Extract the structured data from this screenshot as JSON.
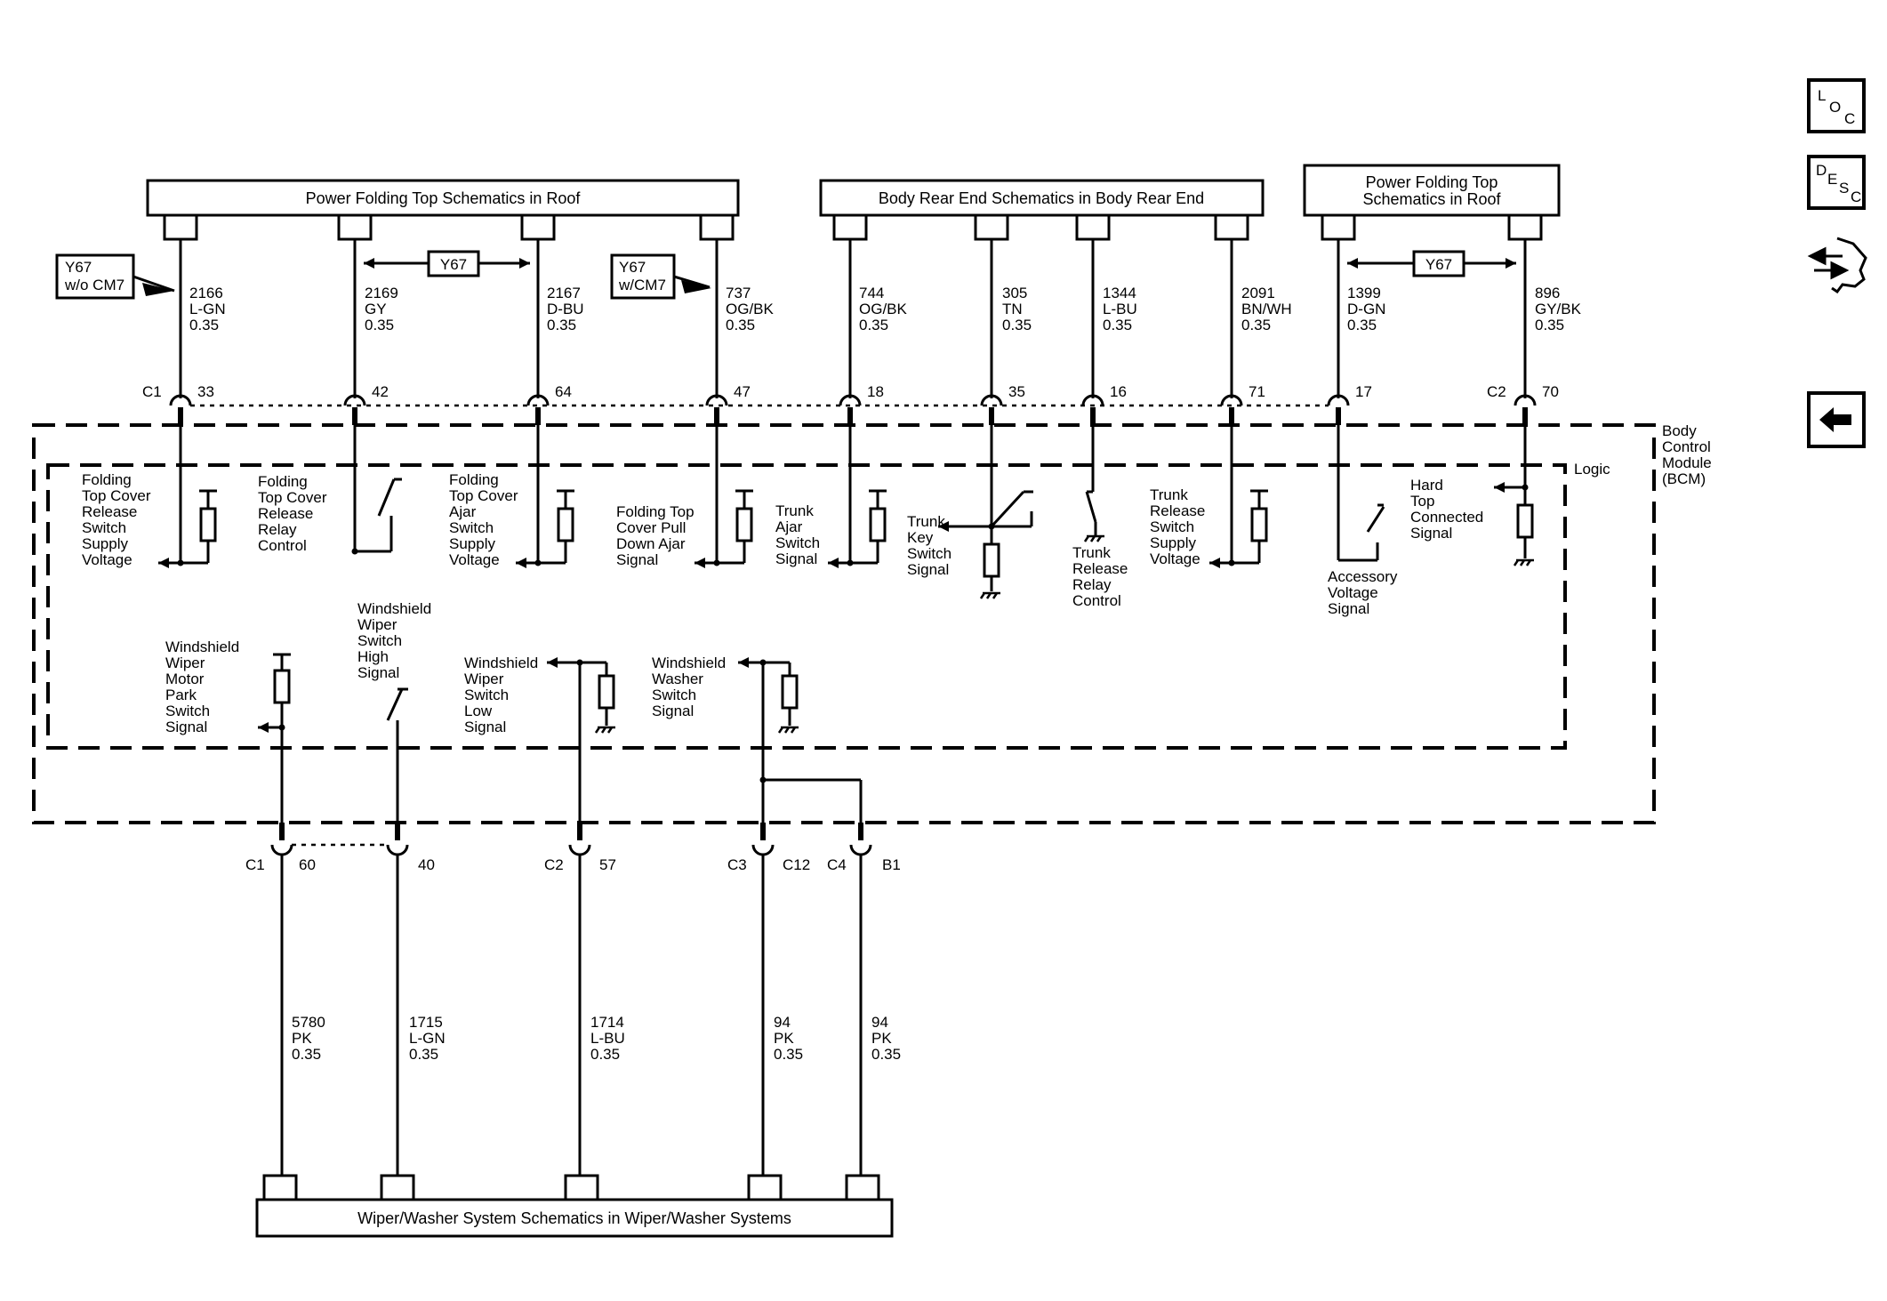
{
  "headers": {
    "power_folding_top_roof": "Power Folding Top Schematics in Roof",
    "body_rear_end": "Body Rear End Schematics in Body Rear End",
    "power_folding_top_roof_2_line1": "Power Folding Top",
    "power_folding_top_roof_2_line2": "Schematics in Roof",
    "wiper_washer": "Wiper/Washer System Schematics in Wiper/Washer Systems"
  },
  "options": {
    "y67_wo_cm7_line1": "Y67",
    "y67_wo_cm7_line2": "w/o CM7",
    "y67_w_cm7_line1": "Y67",
    "y67_w_cm7_line2": "w/CM7",
    "y67_a": "Y67",
    "y67_b": "Y67"
  },
  "top_wires": [
    {
      "circuit": "2166",
      "color": "L-GN",
      "size": "0.35",
      "pin": "33"
    },
    {
      "circuit": "2169",
      "color": "GY",
      "size": "0.35",
      "pin": "42"
    },
    {
      "circuit": "2167",
      "color": "D-BU",
      "size": "0.35",
      "pin": "64"
    },
    {
      "circuit": "737",
      "color": "OG/BK",
      "size": "0.35",
      "pin": "47"
    },
    {
      "circuit": "744",
      "color": "OG/BK",
      "size": "0.35",
      "pin": "18"
    },
    {
      "circuit": "305",
      "color": "TN",
      "size": "0.35",
      "pin": "35"
    },
    {
      "circuit": "1344",
      "color": "L-BU",
      "size": "0.35",
      "pin": "16"
    },
    {
      "circuit": "2091",
      "color": "BN/WH",
      "size": "0.35",
      "pin": "71"
    },
    {
      "circuit": "1399",
      "color": "D-GN",
      "size": "0.35",
      "pin": "17"
    },
    {
      "circuit": "896",
      "color": "GY/BK",
      "size": "0.35",
      "pin": "70"
    }
  ],
  "bottom_wires": [
    {
      "circuit": "5780",
      "color": "PK",
      "size": "0.35",
      "pin": "60"
    },
    {
      "circuit": "1715",
      "color": "L-GN",
      "size": "0.35",
      "pin": "40"
    },
    {
      "circuit": "1714",
      "color": "L-BU",
      "size": "0.35",
      "pin": "57"
    },
    {
      "circuit": "94",
      "color": "PK",
      "size": "0.35",
      "pin": "C12"
    },
    {
      "circuit": "94",
      "color": "PK",
      "size": "0.35",
      "pin": "B1"
    }
  ],
  "connectors": {
    "c1_top": "C1",
    "c2_top": "C2",
    "c1_bottom": "C1",
    "c2_bottom": "C2",
    "c3_bottom": "C3",
    "c4_bottom": "C4"
  },
  "module": {
    "bcm_line1": "Body",
    "bcm_line2": "Control",
    "bcm_line3": "Module",
    "bcm_line4": "(BCM)",
    "logic": "Logic"
  },
  "signals": {
    "folding_top_cover_release_supply": [
      "Folding",
      "Top Cover",
      "Release",
      "Switch",
      "Supply",
      "Voltage"
    ],
    "folding_top_cover_release_relay": [
      "Folding",
      "Top Cover",
      "Release",
      "Relay",
      "Control"
    ],
    "folding_top_cover_ajar_supply": [
      "Folding",
      "Top Cover",
      "Ajar",
      "Switch",
      "Supply",
      "Voltage"
    ],
    "folding_top_cover_pull_down": [
      "Folding Top",
      "Cover Pull",
      "Down Ajar",
      "Signal"
    ],
    "trunk_ajar": [
      "Trunk",
      "Ajar",
      "Switch",
      "Signal"
    ],
    "trunk_key": [
      "Trunk",
      "Key",
      "Switch",
      "Signal"
    ],
    "trunk_release_relay": [
      "Trunk",
      "Release",
      "Relay",
      "Control"
    ],
    "trunk_release_supply": [
      "Trunk",
      "Release",
      "Switch",
      "Supply",
      "Voltage"
    ],
    "accessory_voltage": [
      "Accessory",
      "Voltage",
      "Signal"
    ],
    "hard_top_connected": [
      "Hard",
      "Top",
      "Connected",
      "Signal"
    ],
    "ws_wiper_motor_park": [
      "Windshield",
      "Wiper",
      "Motor",
      "Park",
      "Switch",
      "Signal"
    ],
    "ws_wiper_high": [
      "Windshield",
      "Wiper",
      "Switch",
      "High",
      "Signal"
    ],
    "ws_wiper_low": [
      "Windshield",
      "Wiper",
      "Switch",
      "Low",
      "Signal"
    ],
    "ws_washer": [
      "Windshield",
      "Washer",
      "Switch",
      "Signal"
    ]
  },
  "nav": {
    "loc": [
      "L",
      "O",
      "C"
    ],
    "desc": [
      "D",
      "E",
      "S",
      "C"
    ],
    "connector_icon": "connector-icon",
    "back_icon": "arrow-left-icon"
  }
}
